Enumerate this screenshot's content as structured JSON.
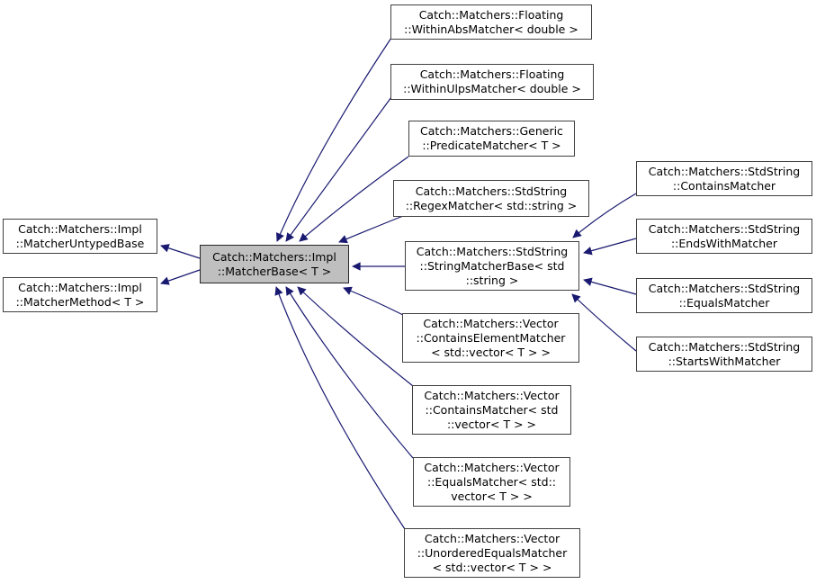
{
  "colors": {
    "edge_color": "#191970",
    "node_border": "#404040",
    "highlight_fill": "#bfbfbf",
    "node_fill": "#ffffff",
    "background": "#ffffff",
    "text_color": "#000000"
  },
  "nodes": {
    "impl_matcher_untyped_base": {
      "lines": [
        "Catch::Matchers::Impl",
        "::MatcherUntypedBase"
      ]
    },
    "impl_matcher_method": {
      "lines": [
        "Catch::Matchers::Impl",
        "::MatcherMethod< T >"
      ]
    },
    "impl_matcher_base": {
      "lines": [
        "Catch::Matchers::Impl",
        "::MatcherBase< T >"
      ]
    },
    "floating_within_abs": {
      "lines": [
        "Catch::Matchers::Floating",
        "::WithinAbsMatcher< double >"
      ]
    },
    "floating_within_ulps": {
      "lines": [
        "Catch::Matchers::Floating",
        "::WithinUlpsMatcher< double >"
      ]
    },
    "generic_predicate": {
      "lines": [
        "Catch::Matchers::Generic",
        "::PredicateMatcher< T >"
      ]
    },
    "stdstring_regex": {
      "lines": [
        "Catch::Matchers::StdString",
        "::RegexMatcher< std::string >"
      ]
    },
    "stdstring_string_matcher_base": {
      "lines": [
        "Catch::Matchers::StdString",
        "::StringMatcherBase< std",
        "::string >"
      ]
    },
    "vector_contains_element": {
      "lines": [
        "Catch::Matchers::Vector",
        "::ContainsElementMatcher",
        "< std::vector< T > >"
      ]
    },
    "vector_contains": {
      "lines": [
        "Catch::Matchers::Vector",
        "::ContainsMatcher< std",
        "::vector< T > >"
      ]
    },
    "vector_equals": {
      "lines": [
        "Catch::Matchers::Vector",
        "::EqualsMatcher< std::",
        "vector< T > >"
      ]
    },
    "vector_unordered_equals": {
      "lines": [
        "Catch::Matchers::Vector",
        "::UnorderedEqualsMatcher",
        "< std::vector< T > >"
      ]
    },
    "stdstring_contains": {
      "lines": [
        "Catch::Matchers::StdString",
        "::ContainsMatcher"
      ]
    },
    "stdstring_ends_with": {
      "lines": [
        "Catch::Matchers::StdString",
        "::EndsWithMatcher"
      ]
    },
    "stdstring_equals": {
      "lines": [
        "Catch::Matchers::StdString",
        "::EqualsMatcher"
      ]
    },
    "stdstring_starts_with": {
      "lines": [
        "Catch::Matchers::StdString",
        "::StartsWithMatcher"
      ]
    }
  }
}
